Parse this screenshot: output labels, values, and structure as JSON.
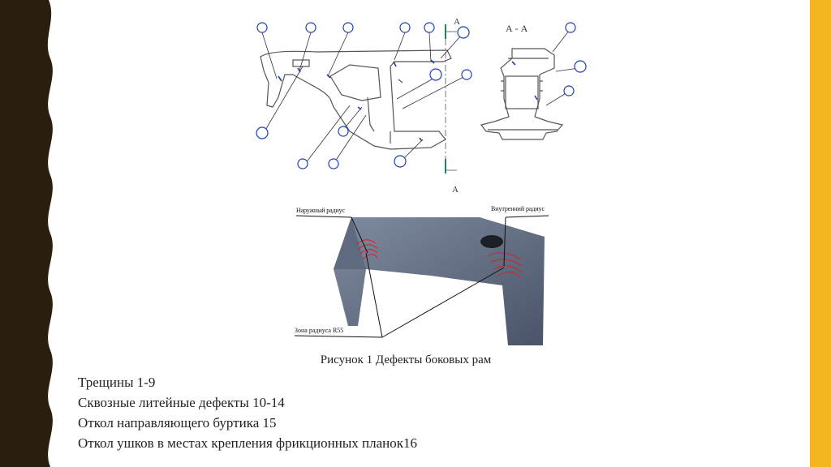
{
  "colors": {
    "left_band": "#2a1f0e",
    "right_band": "#f3b61f",
    "drawing_ink": "#555555",
    "callout_blue": "#1f3fb0",
    "defect_red": "#d2232a",
    "axis_green": "#1a8a5c"
  },
  "figure": {
    "drawing": {
      "section_title": "А - А",
      "section_marker": "А",
      "icons": [
        "side-frame-drawing",
        "section-view-drawing"
      ]
    },
    "photo": {
      "outer_radius_label": "Наружный радиус",
      "inner_radius_label": "Внутренний радиус",
      "zone_label": "Зона радиуса R55"
    }
  },
  "caption": "Рисунок 1 Дефекты боковых рам",
  "items": [
    "Трещины 1-9",
    "Сквозные литейные дефекты 10-14",
    "Откол направляющего буртика 15",
    "Откол ушков в местах крепления фрикционных планок16"
  ]
}
